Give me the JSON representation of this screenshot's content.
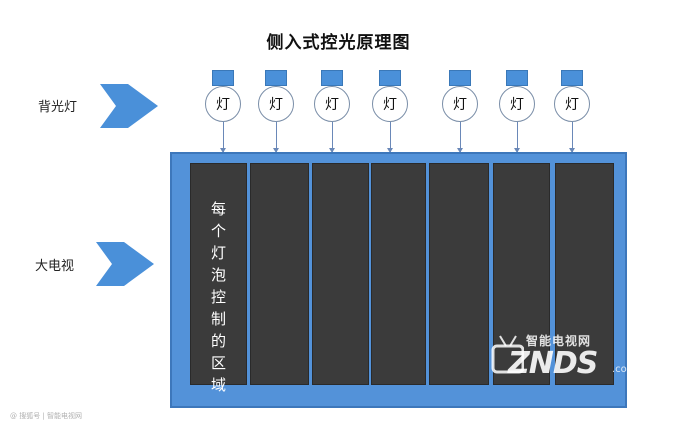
{
  "diagram": {
    "title": "侧入式控光原理图",
    "labels": {
      "backlight": "背光灯",
      "tv": "大电视"
    },
    "bulbs": [
      {
        "label": "灯"
      },
      {
        "label": "灯"
      },
      {
        "label": "灯"
      },
      {
        "label": "灯"
      },
      {
        "label": "灯"
      },
      {
        "label": "灯"
      },
      {
        "label": "灯"
      }
    ],
    "zone_text": [
      "每",
      "个",
      "灯",
      "泡",
      "控",
      "制",
      "的",
      "区",
      "域"
    ],
    "zone_count": 7,
    "colors": {
      "arrow": "#4a90d9",
      "bulb_base": "#4a90d9",
      "tv_frame": "#5392d9",
      "zone": "#3b3b3b",
      "connector": "#6a88b8"
    }
  },
  "watermark": {
    "top_text": "智能电视网",
    "logo_text": "ZNDS",
    "suffix": ".com",
    "credit": "@ 搜狐号 | 智能电视网"
  }
}
